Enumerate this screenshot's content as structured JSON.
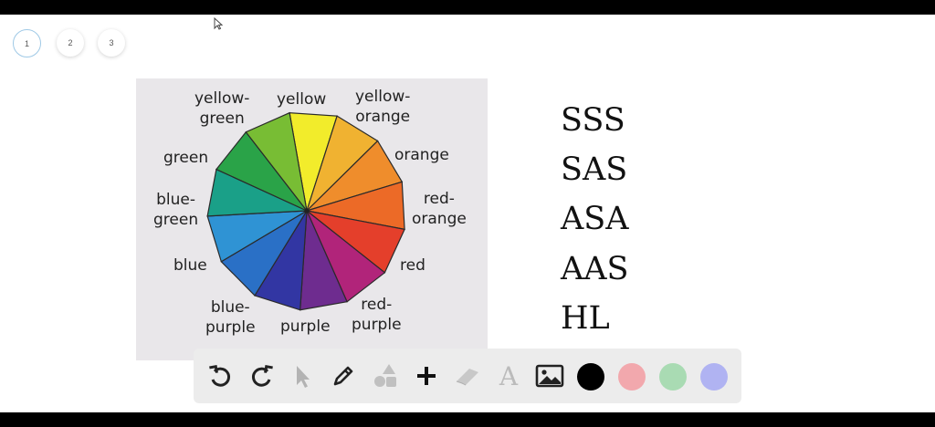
{
  "pages": [
    "1",
    "2",
    "3"
  ],
  "active_page": "1",
  "color_wheel": {
    "labels": {
      "yellow_green": [
        "yellow-",
        "green"
      ],
      "yellow": "yellow",
      "yellow_orange": [
        "yellow-",
        "orange"
      ],
      "orange": "orange",
      "red_orange": [
        "red-",
        "orange"
      ],
      "red": "red",
      "red_purple": [
        "red-",
        "purple"
      ],
      "purple": "purple",
      "blue_purple": [
        "blue-",
        "purple"
      ],
      "blue": "blue",
      "blue_green": [
        "blue-",
        "green"
      ],
      "green": "green"
    },
    "segment_colors": [
      "#f2ec2b",
      "#f0b231",
      "#ef8d2c",
      "#ec6a27",
      "#e43f2b",
      "#b1247a",
      "#6e2c8f",
      "#3236a3",
      "#2a70c6",
      "#2f93d4",
      "#1aa088",
      "#2aa348",
      "#78bd34"
    ]
  },
  "congruence_list": [
    "SSS",
    "SAS",
    "ASA",
    "AAS",
    "HL"
  ],
  "toolbar": {
    "tools": [
      "undo-icon",
      "redo-icon",
      "pointer-icon",
      "pencil-icon",
      "shapes-icon",
      "plus-icon",
      "eraser-icon",
      "text-icon",
      "image-icon"
    ],
    "text_tool_glyph": "A",
    "colors": [
      "#000000",
      "#f2a8ad",
      "#a9dbb3",
      "#b0b3f2"
    ]
  }
}
